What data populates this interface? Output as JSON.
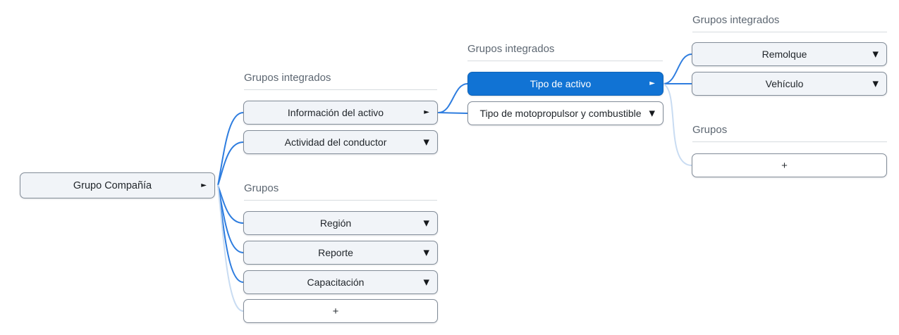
{
  "app": {
    "name": "group-hierarchy-builder"
  },
  "colors": {
    "selected_node_fill": "#1173d4",
    "connector": "#2e7ddf",
    "connector_faded": "#c9dcf2",
    "node_fill": "#f1f4f8",
    "node_border": "#828c98",
    "header_text": "#5d6772"
  },
  "icons": {
    "expand_arrow": "►",
    "dropdown_arrow": "▼"
  },
  "selection": {
    "selected_node": "Tipo de activo"
  },
  "root_node": {
    "label": "Grupo Compañía"
  },
  "col2": {
    "integrated_header": "Grupos integrados",
    "groups_header": "Grupos",
    "informacion": "Información del activo",
    "actividad": "Actividad del conductor",
    "region": "Región",
    "reporte": "Reporte",
    "capacitacion": "Capacitación",
    "add": "+"
  },
  "col3": {
    "integrated_header": "Grupos integrados",
    "tipo_activo": "Tipo de activo",
    "motopropulsor": "Tipo de motopropulsor y combustible"
  },
  "col4": {
    "integrated_header": "Grupos integrados",
    "groups_header": "Grupos",
    "remolque": "Remolque",
    "vehiculo": "Vehículo",
    "add": "+"
  }
}
